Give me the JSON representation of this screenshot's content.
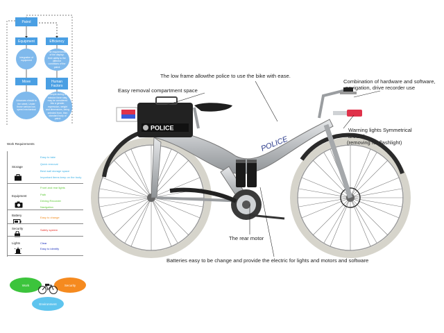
{
  "flow": {
    "patrol": "Patrol",
    "equipment": "Equipment",
    "efficiency": "Efficiency",
    "move": "Move",
    "human_factors": "Human Factors",
    "equipment_desc": "Integration of equipment",
    "efficiency_desc": "The requirements of the display: their ability to the different conditions of the patrol",
    "move_desc": "Advances should to the street, Under those various low-speed mechanical",
    "human_desc": "Simple during a mission force stay, may be considered into a gender, expression, weight and dimensions, being selected from, then standard body of patrol"
  },
  "work_requirements": {
    "title": "Work Requirements",
    "categories": [
      {
        "label": "Storage",
        "icon": "briefcase-icon",
        "color": "#3ab0e6",
        "items": [
          "Easy to take",
          "Quick removal",
          "Best wall storage space",
          "Important items keep on the body"
        ]
      },
      {
        "label": "Equipment",
        "icon": "camera-icon",
        "color": "#5cc935",
        "items": [
          "Front and rear lights",
          "Path",
          "Driving Recorder",
          "Navigation"
        ]
      },
      {
        "label": "Battery",
        "icon": "battery-icon",
        "color": "#f08a1c",
        "items": [
          "Easy to change"
        ]
      },
      {
        "label": "Security",
        "icon": "lock-icon",
        "color": "#e8312a",
        "items": [
          "Safety system"
        ]
      },
      {
        "label": "Lights",
        "icon": "siren-icon",
        "color": "#1b2fbd",
        "items": [
          "Clear",
          "Easy to identify"
        ]
      }
    ]
  },
  "venn": {
    "left": {
      "label": "Work",
      "color": "#3cc43c"
    },
    "right": {
      "label": "Security",
      "color": "#f58a1f"
    },
    "bottom": {
      "label": "Environment",
      "color": "#5ec4ee"
    }
  },
  "annotations": {
    "frame": "The low frame allowthe police to use the bike with ease.",
    "hardware_line1": "Combination of hardware and software,",
    "hardware_line2": "navigation, drive recorder use",
    "compartment": "Easy removal compartment space",
    "lights_line1": "Warning lights Symmetrical",
    "lights_line2": "around",
    "lights_line3": "(removing for flashlight)",
    "motor": "The rear motor",
    "batteries": "Batteries easy to be change and provide the electric for lights and motors and software"
  },
  "bike": {
    "bag_label": "POLICE",
    "frame_label": "POLICE",
    "frame_color": "#c7cacd",
    "tire_color": "#d6d4cb",
    "bag_color": "#222222",
    "light_red": "#e0324a",
    "light_blue": "#3a5ad8"
  }
}
